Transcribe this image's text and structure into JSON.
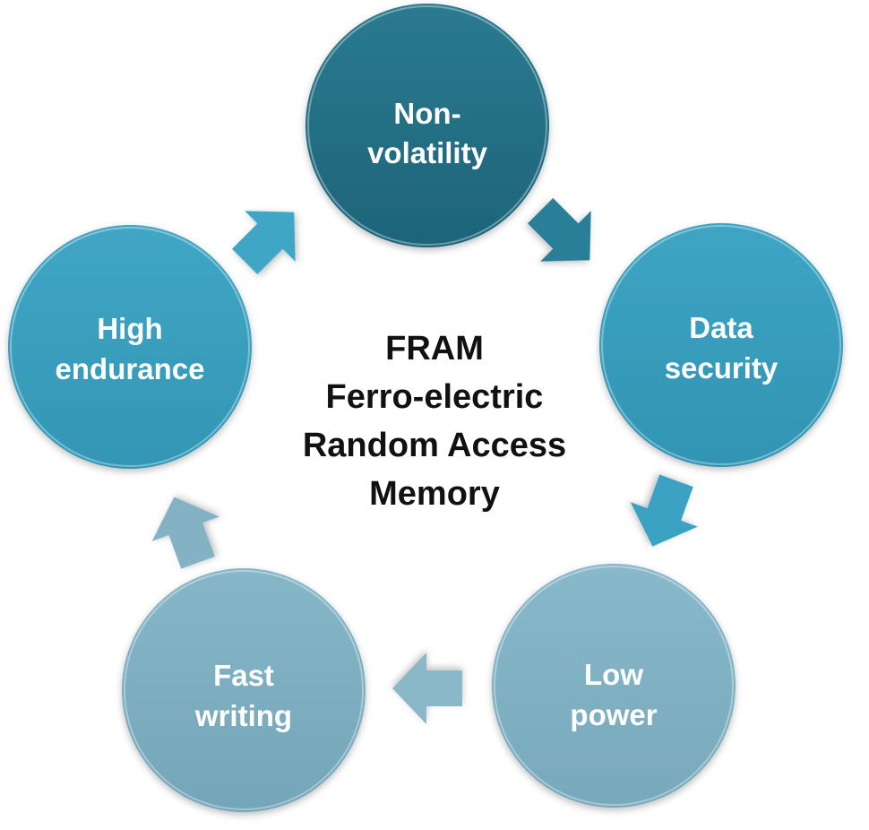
{
  "diagram": {
    "center_title": {
      "lines": [
        "FRAM",
        "Ferro-electric",
        "Random Access",
        "Memory"
      ]
    },
    "nodes": [
      {
        "id": "non-volatility",
        "lines": [
          "Non-",
          "volatility"
        ],
        "color": "#1e6479",
        "color_light": "#2a7a90"
      },
      {
        "id": "data-security",
        "lines": [
          "Data",
          "security"
        ],
        "color": "#3194b3",
        "color_light": "#3ea5c4"
      },
      {
        "id": "low-power",
        "lines": [
          "Low",
          "power"
        ],
        "color": "#78a9bb",
        "color_light": "#88b9cb"
      },
      {
        "id": "fast-writing",
        "lines": [
          "Fast",
          "writing"
        ],
        "color": "#74a5b8",
        "color_light": "#86b7c8"
      },
      {
        "id": "high-endurance",
        "lines": [
          "High",
          "endurance"
        ],
        "color": "#3396b5",
        "color_light": "#40a6c5"
      }
    ],
    "arrows": [
      {
        "from": "high-endurance",
        "to": "non-volatility",
        "color": "#3fa6c6"
      },
      {
        "from": "non-volatility",
        "to": "data-security",
        "color": "#2c7f98"
      },
      {
        "from": "data-security",
        "to": "low-power",
        "color": "#3ba2c4"
      },
      {
        "from": "low-power",
        "to": "fast-writing",
        "color": "#8ab8c8"
      },
      {
        "from": "fast-writing",
        "to": "high-endurance",
        "color": "#82b2c4"
      }
    ]
  }
}
